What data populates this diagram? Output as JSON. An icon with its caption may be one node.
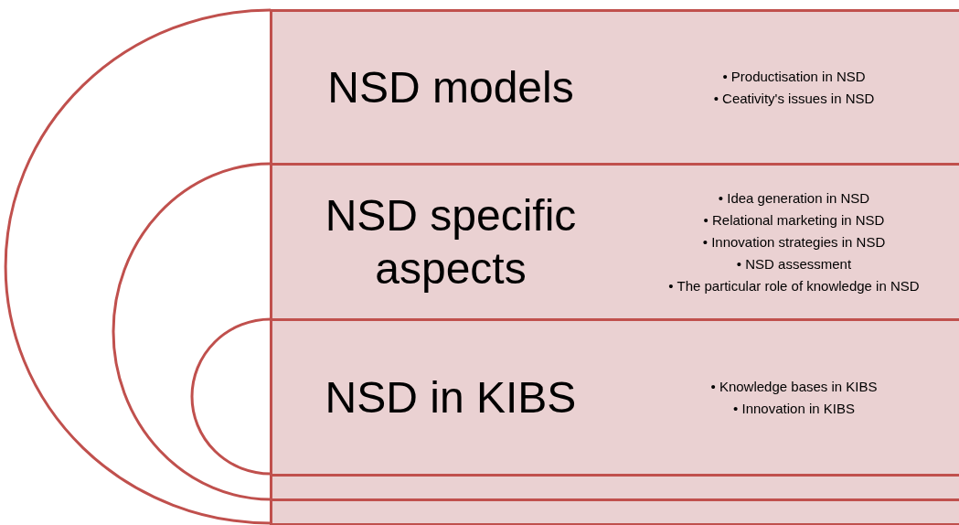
{
  "diagram": {
    "nodes": [
      {
        "text": [
          "NSD models",
          "• Productisation in NSD",
          "• Ceativity's issues in NSD"
        ]
      },
      {
        "text": [
          "NSD specific aspects",
          "• Idea generation in NSD",
          "• Relational marketing in NSD",
          "• Innovation strategies in NSD",
          "• NSD assessment",
          "• The particular role of knowledge in NSD"
        ]
      },
      {
        "text": [
          "NSD in KIBS",
          "• Knowledge bases in KIBS",
          "• Innovation in KIBS"
        ]
      },
      {
        "text": [],
        "shape": "bar"
      },
      {
        "text": [],
        "shape": "bar"
      }
    ]
  }
}
